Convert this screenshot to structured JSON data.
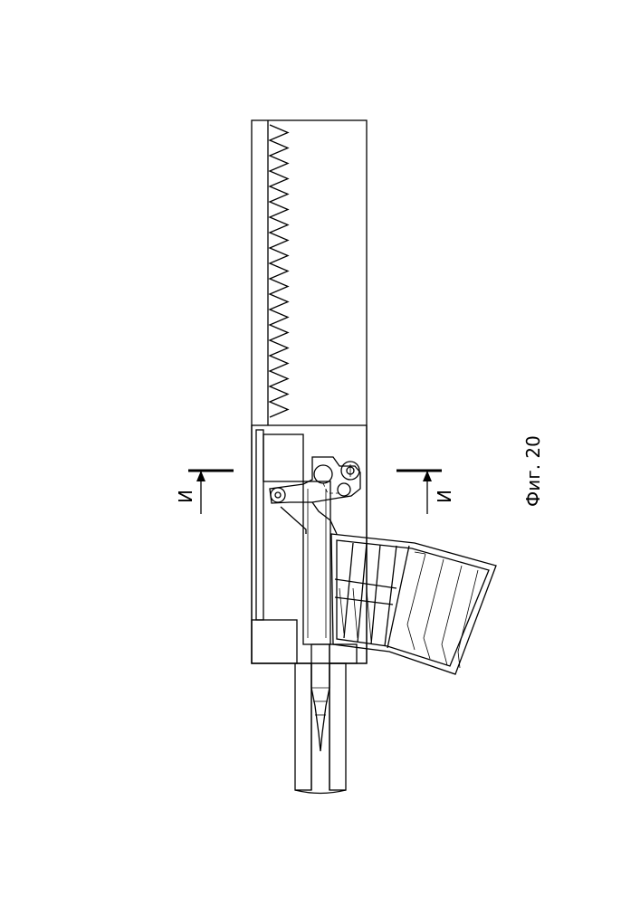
{
  "figure": {
    "caption": "Фиг. 20",
    "section_mark_left": "И",
    "section_mark_right": "И"
  }
}
